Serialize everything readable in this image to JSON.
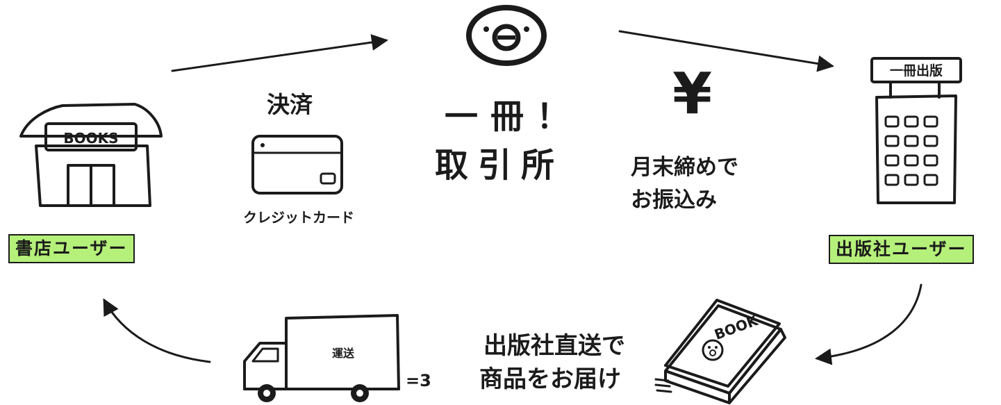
{
  "nodes": {
    "bookstore": {
      "label": "書店ユーザー",
      "sign_text": "BOOKS"
    },
    "publisher": {
      "label": "出版社ユーザー",
      "sign_text": "一冊出版"
    },
    "exchange": {
      "line1": "一冊！",
      "line2": "取引所"
    }
  },
  "payment": {
    "title": "決済",
    "card_text": "クレジットカード"
  },
  "payout": {
    "symbol": "¥",
    "line1": "月末締めで",
    "line2": "お振込み"
  },
  "shipping": {
    "line1": "出版社直送で",
    "line2": "商品をお届け",
    "truck_text": "運送",
    "book_text": "BOOK",
    "exhaust": "=3"
  },
  "colors": {
    "label_bg": "#b5f07a",
    "roof": "#f04a2a",
    "sign": "#fbeeb0",
    "building": "#f3df6a",
    "window": "#a9d6ee",
    "truck_cargo": "#fbe832",
    "truck_cab": "#a9d6ee",
    "book_cover": "#a9d6ee"
  },
  "icons": [
    "storefront-icon",
    "credit-card-icon",
    "exchange-logo-icon",
    "publisher-building-icon",
    "book-icon",
    "delivery-truck-icon"
  ]
}
